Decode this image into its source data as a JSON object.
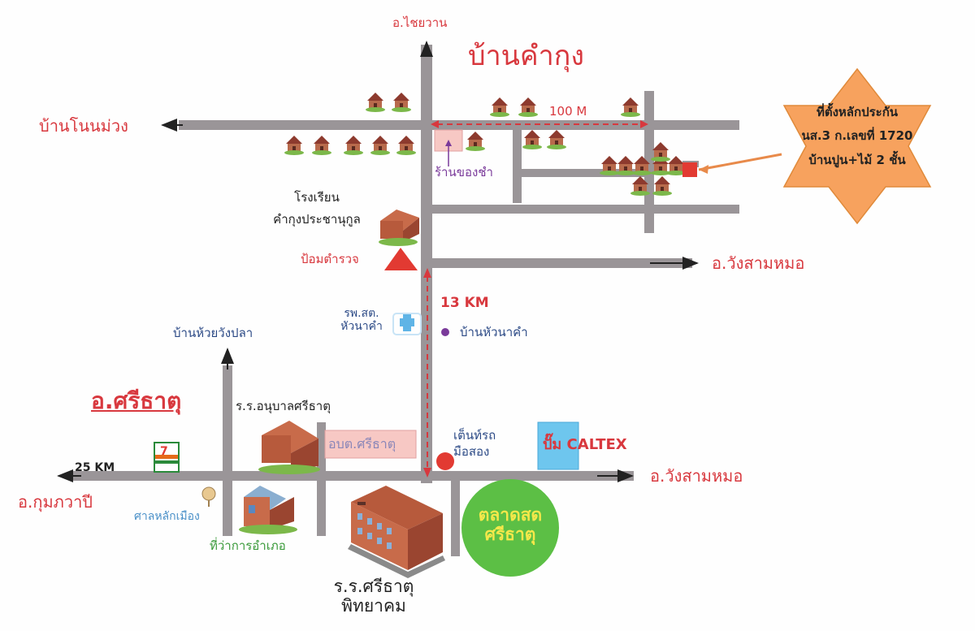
{
  "title": "บ้านคำกุง",
  "labels": {
    "north": "อ.ไชยวาน",
    "ban_non_muang": "บ้านโนนม่วง",
    "distance_100m": "100 M",
    "shop": "ร้านของชำ",
    "school_line1": "โรงเรียน",
    "school_line2": "คำกุงประชานุกูล",
    "police": "ป้อมตำรวจ",
    "wang_sam_mo_1": "อ.วังสามหมอ",
    "distance_13km": "13 KM",
    "health_line1": "รพ.สต.",
    "health_line2": "หัวนาคำ",
    "ban_hua_na_kham": "บ้านหัวนาคำ",
    "ban_huai_wang_pla": "บ้านห้วยวังปลา",
    "district": "อ.ศรีธาตุ",
    "kindergarten": "ร.ร.อนุบาลศรีธาตุ",
    "sao_office": "อบต.ศรีธาตุ",
    "car_tent_line1": "เต็นท์รถ",
    "car_tent_line2": "มือสอง",
    "gas_station": "ปั๊ม CALTEX",
    "wang_sam_mo_2": "อ.วังสามหมอ",
    "distance_25km": "25 KM",
    "kumphawapi": "อ.กุมภวาปี",
    "city_pillar": "ศาลหลักเมือง",
    "district_office": "ที่ว่าการอำเภอ",
    "market_line1": "ตลาดสด",
    "market_line2": "ศรีธาตุ",
    "high_school_line1": "ร.ร.ศรีธาตุ",
    "high_school_line2": "พิทยาคม",
    "store_logo": "7"
  },
  "callout": {
    "line1": "ที่ตั้งหลักประกัน",
    "line2": "นส.3 ก.เลขที่ 1720",
    "line3": "บ้านปูน+ไม้ 2 ชั้น"
  },
  "colors": {
    "road": "#9a9598",
    "red_text": "#d8383e",
    "star": "#f7a25e",
    "market": "#5cbf45",
    "gas_station": "#6ec6ee",
    "sao_office": "#f7c8c4"
  }
}
